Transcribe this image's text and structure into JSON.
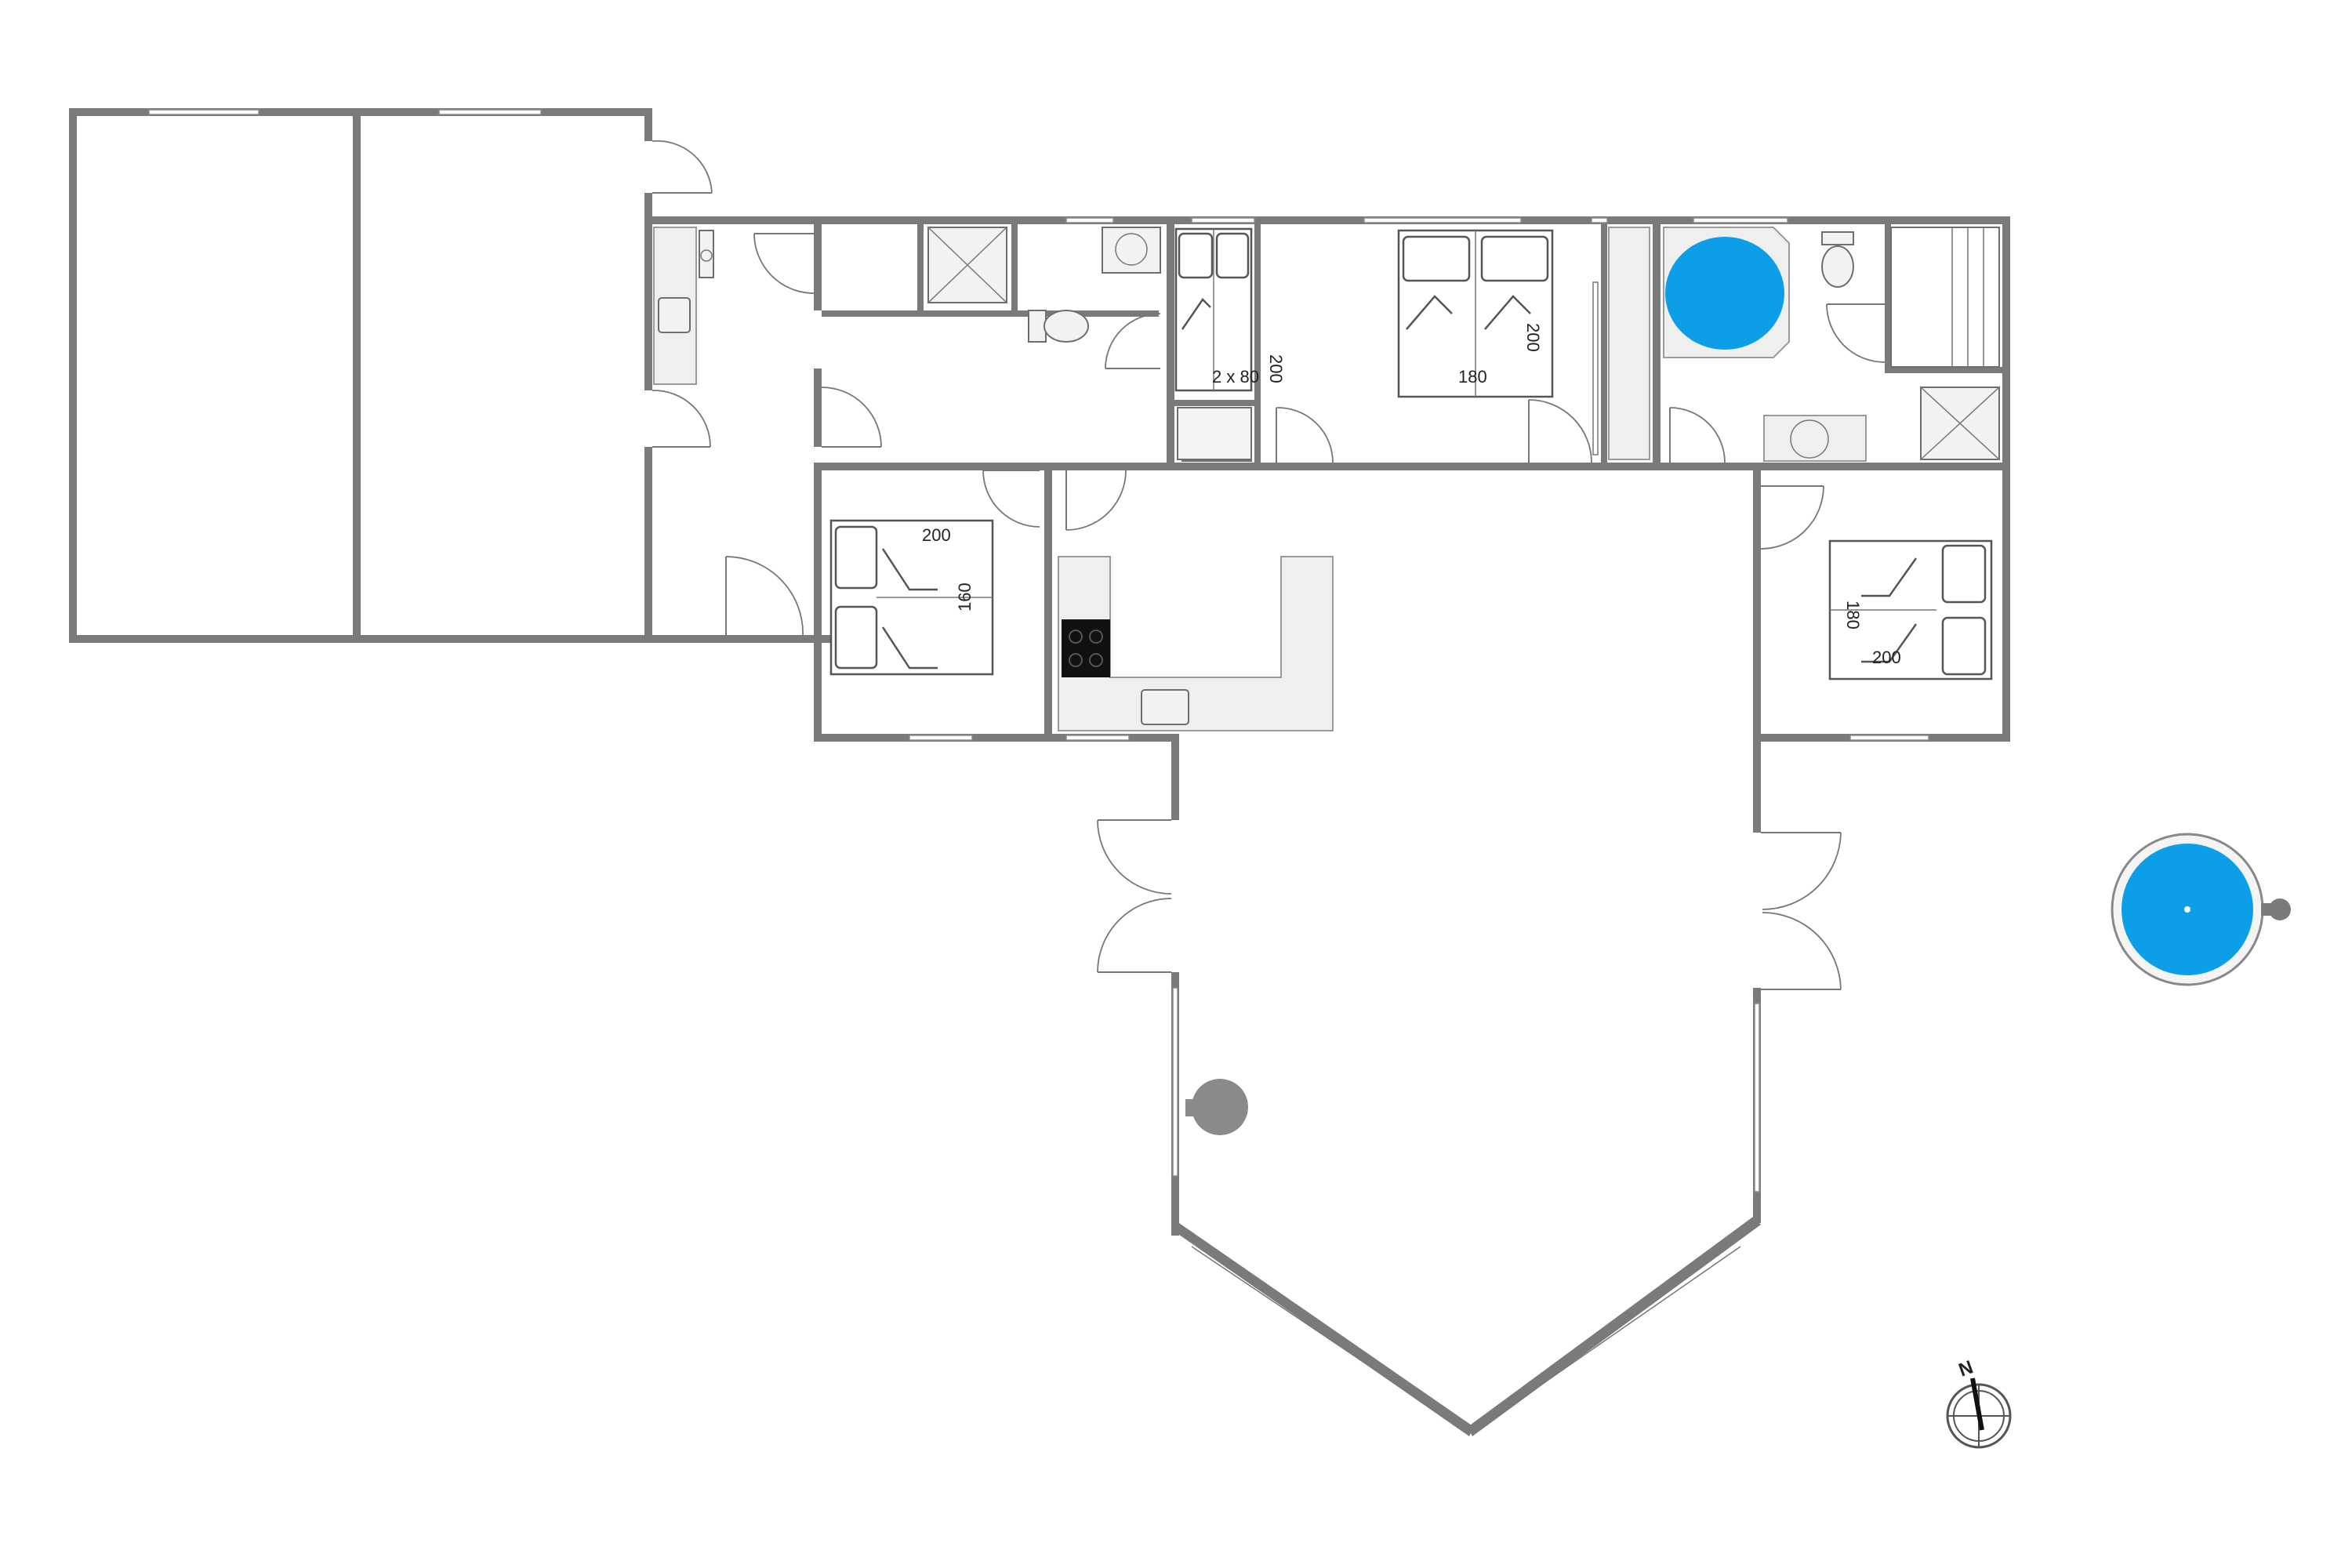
{
  "plan": {
    "bed_labels": {
      "room_w_length": "200",
      "room_w_width": "160",
      "twin_length": "200",
      "twin_width": "2 x 80",
      "double_n_length": "200",
      "double_n_width": "180",
      "room_e_length": "200",
      "room_e_width": "180"
    },
    "compass": {
      "label": "N"
    },
    "colors": {
      "water": "#0d9ee8",
      "wall": "#7a7a7a",
      "counter": "#efefef"
    }
  }
}
